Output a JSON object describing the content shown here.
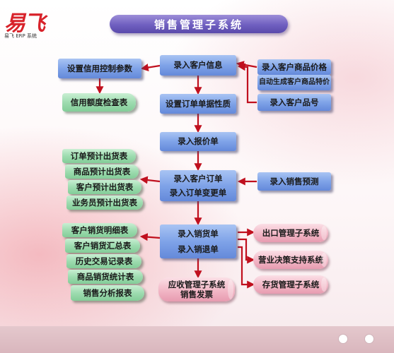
{
  "logo": {
    "mark": "易飞",
    "subtitle": "易飞 ERP 系统"
  },
  "title": "销售管理子系统",
  "nodes": {
    "credit_params": "设置信用控制参数",
    "credit_check": "信用额度检查表",
    "customer_info": "录入客户信息",
    "customer_price": "录入客户商品价格",
    "auto_price": "自动生成客户商品特价",
    "customer_item_no": "录入客户品号",
    "order_props": "设置订单单据性质",
    "quote": "录入报价单",
    "customer_order": "录入客户订单",
    "order_change": "录入订单变更单",
    "sales_forecast": "录入销售预测",
    "order_forecast_report": "订单预计出货表",
    "product_forecast_report": "商品预计出货表",
    "customer_forecast_report": "客户预计出货表",
    "staff_forecast_report": "业务员预计出货表",
    "sales_invoice": "录入销货单",
    "sales_return": "录入销退单",
    "customer_sales_detail": "客户销货明细表",
    "customer_sales_summary": "客户销货汇总表",
    "history_record": "历史交易记录表",
    "product_sales_stats": "商品销货统计表",
    "sales_analysis": "销售分析报表",
    "ar_line1": "应收管理子系统",
    "ar_line2": "销售发票",
    "export_subsystem": "出口管理子系统",
    "decision_subsystem": "营业决策支持系统",
    "inventory_subsystem": "存货管理子系统"
  },
  "colors": {
    "process_box": "#7fa3e8",
    "report_box": "#9edcb0",
    "subsystem_box": "#f2b7c6",
    "arrow": "#c0101e",
    "title_bar": "#6f5fc0"
  }
}
